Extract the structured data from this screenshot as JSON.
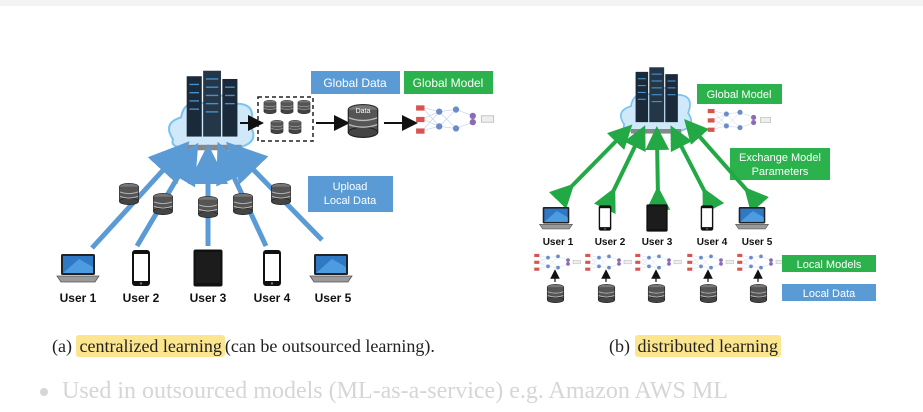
{
  "diagram_a": {
    "global_data_label": "Global Data",
    "global_model_label": "Global Model",
    "upload_label_line1": "Upload",
    "upload_label_line2": "Local Data",
    "data_icon_text": "Data",
    "users": [
      "User 1",
      "User 2",
      "User 3",
      "User 4",
      "User 5"
    ],
    "caption_prefix": "(a)",
    "caption_highlight": "centralized learning",
    "caption_suffix": "(can be outsourced learning)."
  },
  "diagram_b": {
    "global_model_label": "Global Model",
    "exchange_label_line1": "Exchange Model",
    "exchange_label_line2": "Parameters",
    "local_models_label": "Local Models",
    "local_data_label": "Local Data",
    "users": [
      "User 1",
      "User 2",
      "User 3",
      "User 4",
      "User 5"
    ],
    "caption_prefix": "(b)",
    "caption_highlight": "distributed learning"
  },
  "bullet_text": "Used in outsourced models (ML-as-a-service) e.g. Amazon AWS ML",
  "colors": {
    "blue_box": "#5b9bd5",
    "green_box": "#2bb24c",
    "arrow_blue": "#5b9bd5",
    "arrow_green": "#22a844",
    "highlight": "#fbe58e"
  }
}
